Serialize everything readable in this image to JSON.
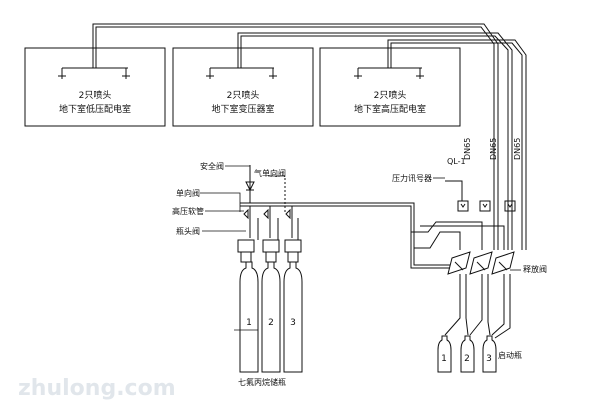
{
  "rooms": [
    {
      "nozzles": "2只喷头",
      "name": "地下室低压配电室"
    },
    {
      "nozzles": "2只喷头",
      "name": "地下室变压器室"
    },
    {
      "nozzles": "2只喷头",
      "name": "地下室高压配电室"
    }
  ],
  "pipes": [
    "DN65",
    "DN65",
    "DN65"
  ],
  "labels": {
    "safety_valve": "安全阀",
    "gas_check_valve": "气单向阀",
    "check_valve": "单向阀",
    "hp_hose": "高压软管",
    "container_valve": "瓶头阀",
    "pressure_switch": "压力讯号器",
    "ql1": "QL-1",
    "selector_valve": "释放阀",
    "storage_bottles": "七氟丙烷储瓶",
    "start_bottle": "启动瓶"
  },
  "bottle_numbers": [
    "1",
    "2",
    "3"
  ],
  "start_bottle_numbers": [
    "1",
    "2",
    "3"
  ],
  "watermark": "zhulong.com"
}
